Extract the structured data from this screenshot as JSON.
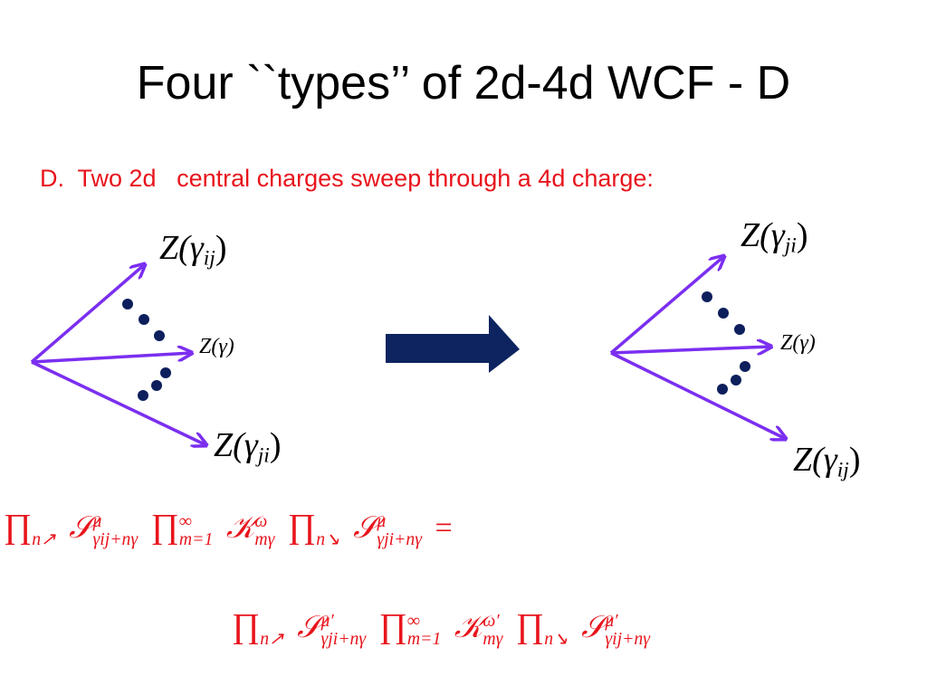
{
  "slide": {
    "title": "Four ``types’’ of 2d-4d WCF - D",
    "subtitle": "D.  Two 2d   central charges sweep through a 4d charge:"
  },
  "diagram_left": {
    "top_label_main": "Z(γ",
    "top_label_sub": "ij",
    "top_label_close": ")",
    "middle_label": "Z(γ)",
    "bottom_label_main": "Z(γ",
    "bottom_label_sub": "ji",
    "bottom_label_close": ")"
  },
  "diagram_right": {
    "top_label_main": "Z(γ",
    "top_label_sub": "ji",
    "top_label_close": ")",
    "middle_label": "Z(γ)",
    "bottom_label_main": "Z(γ",
    "bottom_label_sub": "ij",
    "bottom_label_close": ")"
  },
  "equation_line1": {
    "prod1_sub": "n↗",
    "s1_sup": "μ",
    "s1_sub": "γij+nγ",
    "prod2_sup": "∞",
    "prod2_sub": "m=1",
    "k_sup": "ω",
    "k_sub": "mγ",
    "prod3_sub": "n↘",
    "s2_sup": "μ",
    "s2_sub": "γji+nγ",
    "equals": "="
  },
  "equation_line2": {
    "prod1_sub": "n↗",
    "s1_sup": "μ′",
    "s1_sub": "γji+nγ",
    "prod2_sup": "∞",
    "prod2_sub": "m=1",
    "k_sup": "ω′",
    "k_sub": "mγ",
    "prod3_sub": "n↘",
    "s2_sup": "μ′",
    "s2_sub": "γij+nγ"
  },
  "symbols": {
    "product": "∏",
    "script_s": "𝒮",
    "script_k": "𝒦"
  },
  "colors": {
    "arrow": "#7b2ff0",
    "dots": "#0d1f5c",
    "big_arrow": "#0d2460",
    "red_text": "#e8141c"
  },
  "icons": {
    "transition_arrow": "right-arrow-icon"
  }
}
